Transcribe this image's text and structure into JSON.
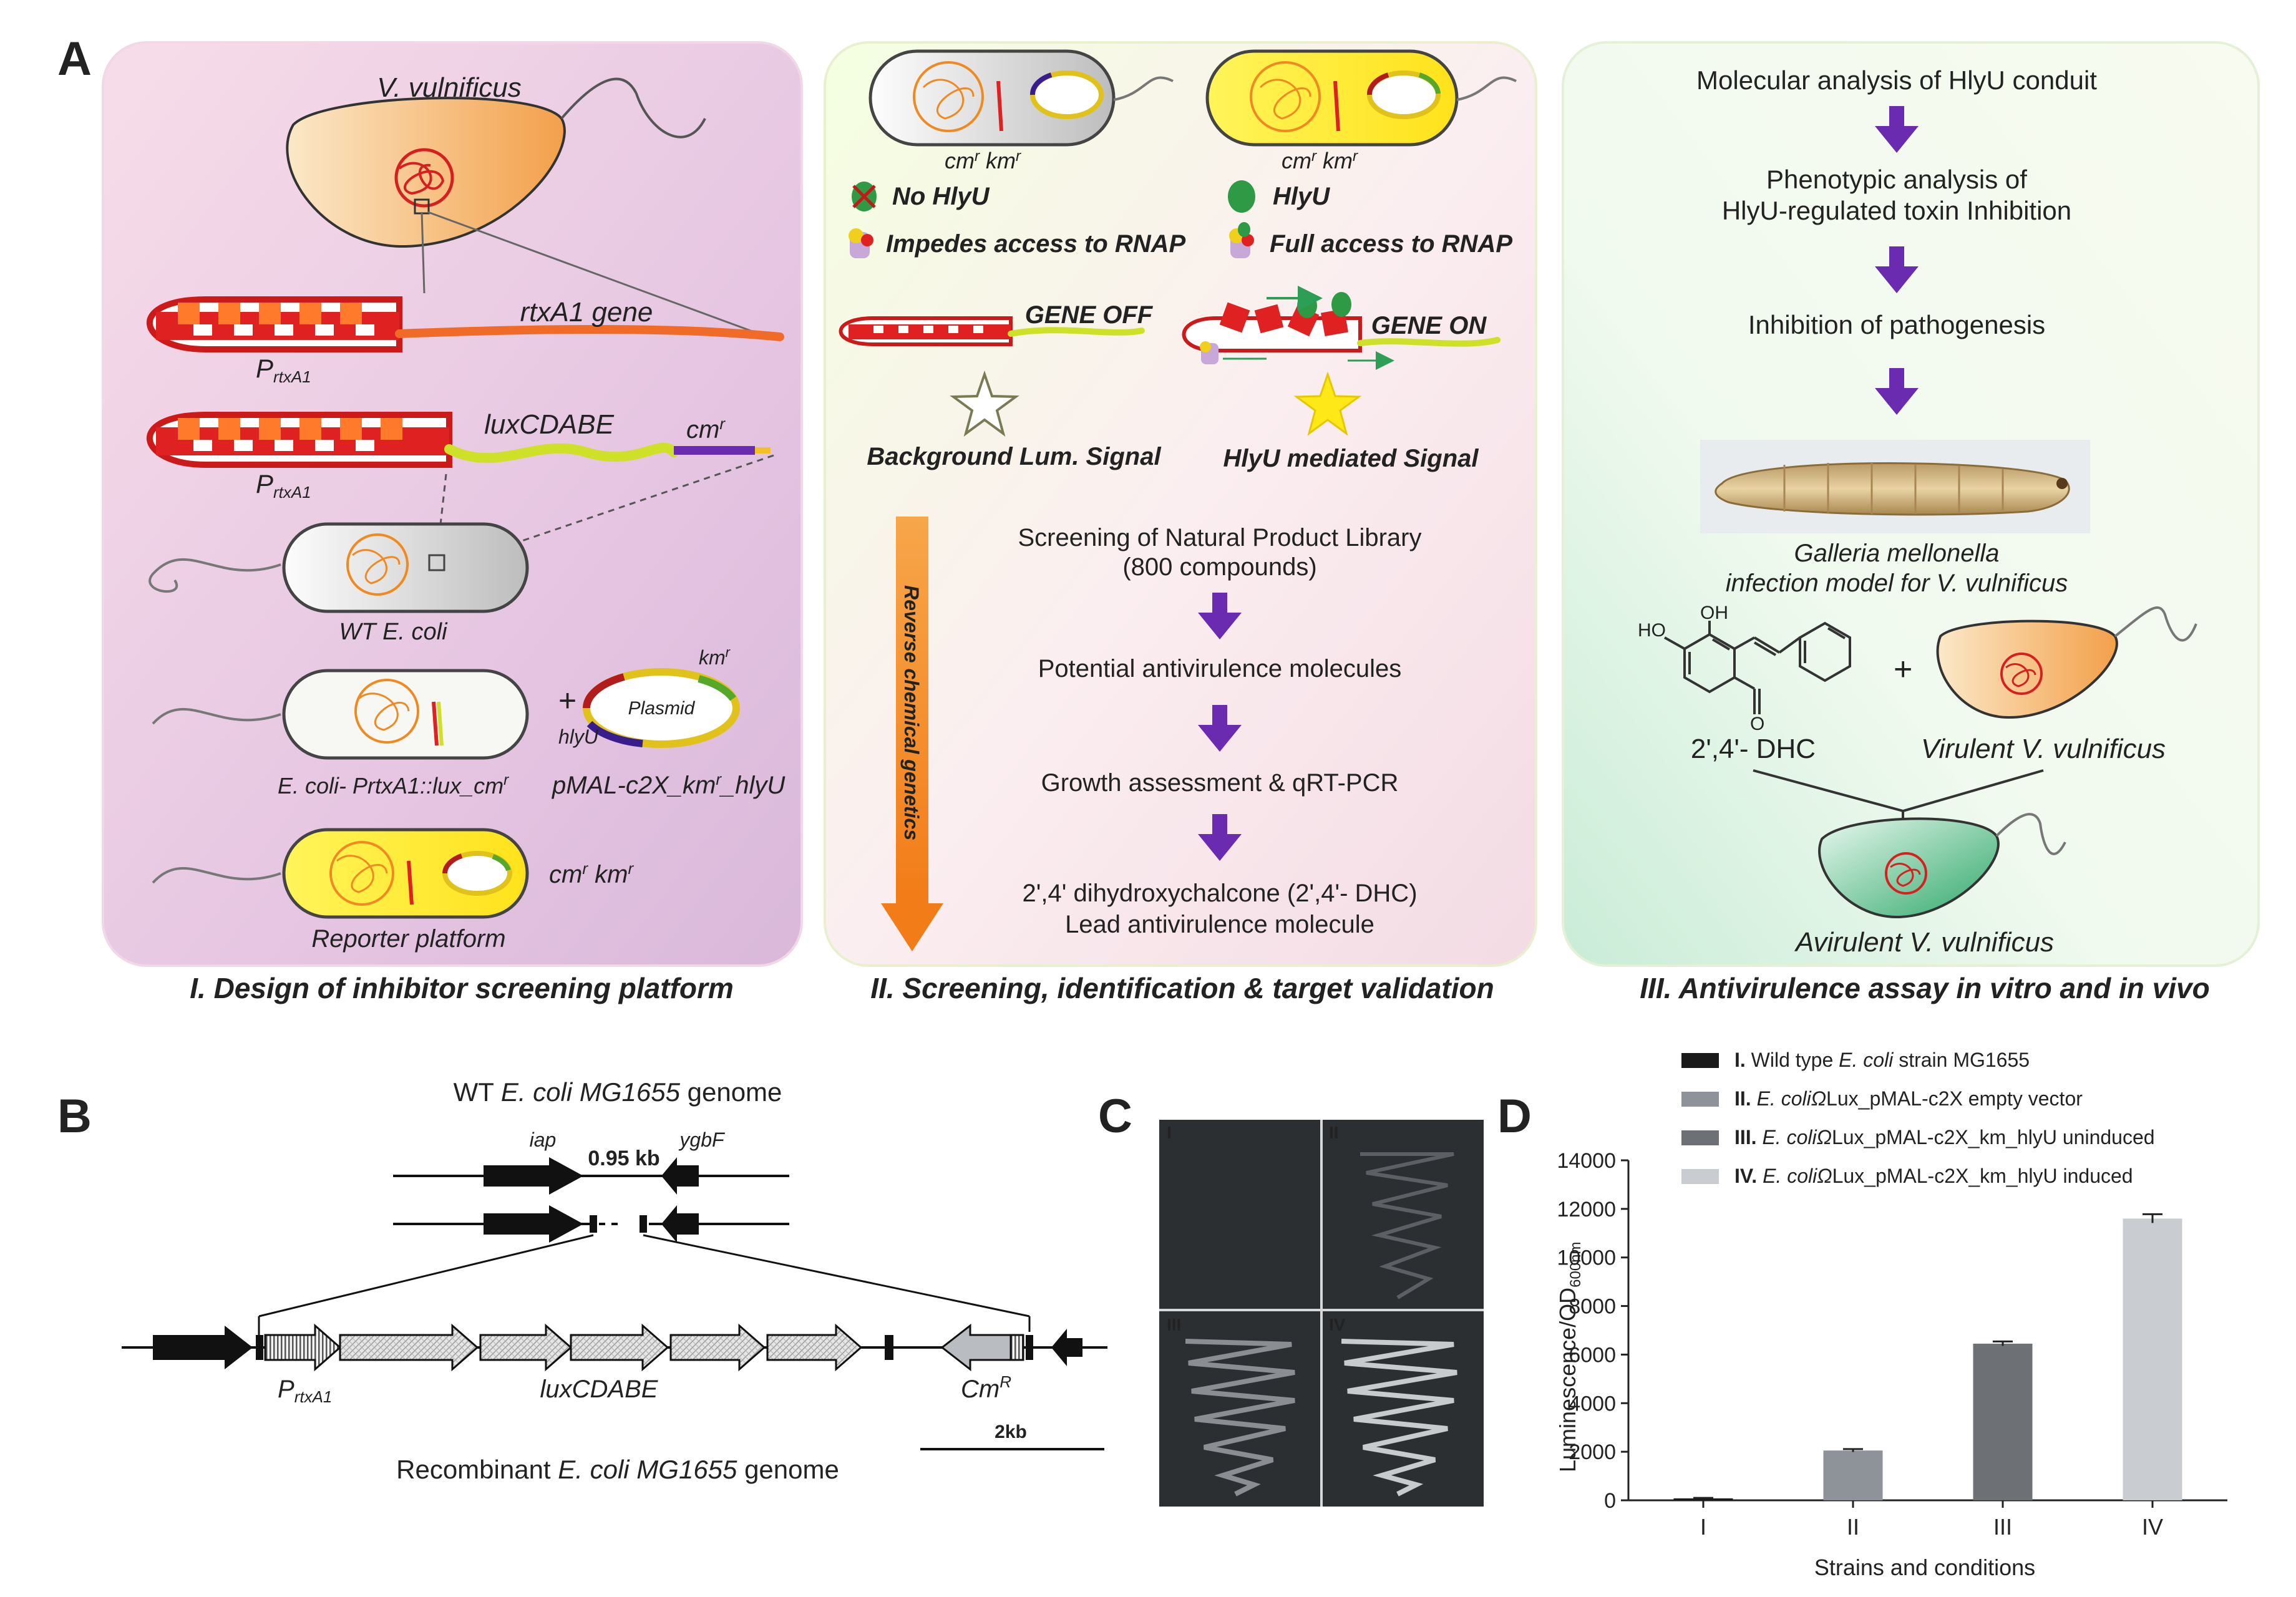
{
  "panel_a": {
    "letter": "A",
    "col1": {
      "species": "V. vulnificus",
      "rtx_gene": "rtxA1 gene",
      "promoter": "P",
      "promoter_sub": "rtxA1",
      "lux": "luxCDABE",
      "cm": "cm",
      "sup_r": "r",
      "wt_ecoli": "WT E. coli",
      "km": "km",
      "plasmid": "Plasmid",
      "hlyu": "hlyU",
      "ecoli_construct": "E. coli- PrtxA1::lux_cm",
      "pmal": "pMAL-c2X_km",
      "pmal_tail": "_hlyU",
      "cmkm_a": "cm",
      "cmkm_b": "km",
      "reporter": "Reporter platform",
      "caption": "I. Design of inhibitor screening platform"
    },
    "col2": {
      "cmkm_label": "cm",
      "km_label": "km",
      "no_hlyu": "No HlyU",
      "hlyu": "HlyU",
      "impedes": "Impedes access to RNAP",
      "full": "Full access to RNAP",
      "gene_off": "GENE OFF",
      "gene_on": "GENE ON",
      "bg_signal": "Background Lum. Signal",
      "hlyu_signal": "HlyU mediated Signal",
      "arrow_text": "Reverse chemical genetics",
      "step1_a": "Screening of Natural Product Library",
      "step1_b": "(800 compounds)",
      "step2": "Potential antivirulence molecules",
      "step3": "Growth assessment & qRT-PCR",
      "step4_a": "2',4' dihydroxychalcone  (2',4'- DHC)",
      "step4_b": "Lead antivirulence molecule",
      "caption": "II. Screening, identification & target validation"
    },
    "col3": {
      "step1": "Molecular analysis of HlyU conduit",
      "step2_a": "Phenotypic analysis of",
      "step2_b": "HlyU-regulated toxin Inhibition",
      "step3": "Inhibition of pathogenesis",
      "galleria_a": "Galleria mellonella",
      "galleria_b": "infection model for V. vulnificus",
      "ho": "HO",
      "oh": "OH",
      "o": "O",
      "dhc": "2',4'- DHC",
      "virulent": "Virulent V. vulnificus",
      "avirulent": "Avirulent V. vulnificus",
      "caption": "III. Antivirulence assay in vitro and in vivo"
    }
  },
  "panel_b": {
    "letter": "B",
    "title_a": "WT ",
    "title_b": "E. coli MG1655",
    "title_c": " genome",
    "iap": "iap",
    "gap": "0.95 kb",
    "ygbf": "ygbF",
    "promoter": "P",
    "promoter_sub": "rtxA1",
    "lux": "luxCDABE",
    "cm": "Cm",
    "cm_sup": "R",
    "scale": "2kb",
    "bottom_a": "Recombinant ",
    "bottom_b": "E. coli MG1655",
    "bottom_c": " genome"
  },
  "panel_c": {
    "letter": "C",
    "quadrants": [
      "I",
      "II",
      "III",
      "IV"
    ]
  },
  "panel_d": {
    "letter": "D",
    "legend": [
      {
        "num": "I.",
        "text_a": "Wild type ",
        "text_b": "E. coli",
        "text_c": " strain MG1655"
      },
      {
        "num": "II.",
        "text_a": "",
        "text_b": "E. coliΩ",
        "text_c": "Lux_pMAL-c2X empty vector"
      },
      {
        "num": "III.",
        "text_a": "",
        "text_b": "E. coliΩ",
        "text_c": "Lux_pMAL-c2X_km_hlyU uninduced"
      },
      {
        "num": "IV.",
        "text_a": "",
        "text_b": "E. coliΩ",
        "text_c": "Lux_pMAL-c2X_km_hlyU induced"
      }
    ],
    "ylabel": "Luminescence/OD",
    "ylabel_sub": "600nm",
    "xlabel": "Strains and conditions"
  },
  "chart_data": {
    "type": "bar",
    "categories": [
      "I",
      "II",
      "III",
      "IV"
    ],
    "values": [
      80,
      2050,
      6450,
      11600
    ],
    "errors": [
      20,
      60,
      90,
      180
    ],
    "colors": [
      "#1a1a1a",
      "#8e9299",
      "#6d7176",
      "#c9ccd0"
    ],
    "ylim": [
      0,
      14000
    ],
    "yticks": [
      0,
      2000,
      4000,
      6000,
      8000,
      10000,
      12000,
      14000
    ],
    "xlabel": "Strains and conditions",
    "ylabel": "Luminescence/OD600nm"
  }
}
